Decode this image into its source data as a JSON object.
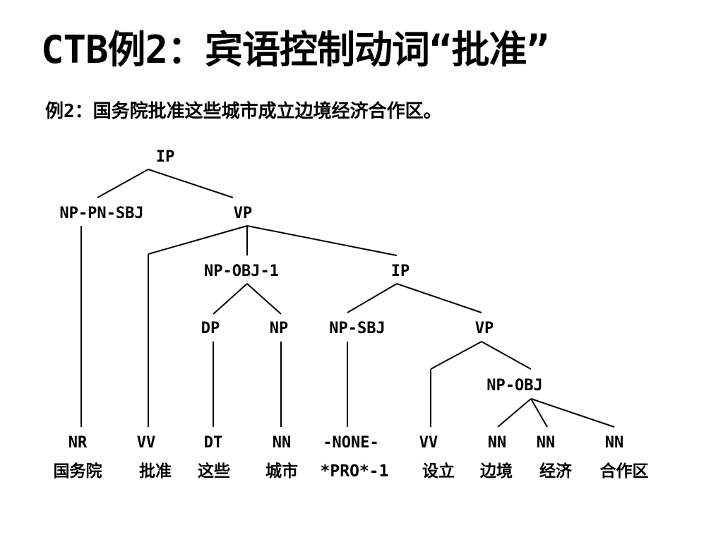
{
  "slide": {
    "title": "CTB例2：宾语控制动词“批准”",
    "sentence": "例2：国务院批准这些城市成立边境经济合作区。"
  },
  "tree": {
    "nodes": {
      "ip_root": "IP",
      "np_pn_sbj": "NP-PN-SBJ",
      "vp_main": "VP",
      "np_obj_1": "NP-OBJ-1",
      "ip_inner": "IP",
      "dp": "DP",
      "np_city": "NP",
      "np_sbj": "NP-SBJ",
      "vp_inner": "VP",
      "np_obj": "NP-OBJ",
      "nr": "NR",
      "vv_pizhun": "VV",
      "dt": "DT",
      "nn_chengshi": "NN",
      "none": "-NONE-",
      "vv_sheli": "VV",
      "nn_bianjing": "NN",
      "nn_jingji": "NN",
      "nn_hezuoqu": "NN"
    },
    "words": {
      "guowuyuan": "国务院",
      "pizhun": "批准",
      "zhexie": "这些",
      "chengshi": "城市",
      "pro": "*PRO*-1",
      "sheli": "设立",
      "bianjing": "边境",
      "jingji": "经济",
      "hezuoqu": "合作区"
    }
  }
}
